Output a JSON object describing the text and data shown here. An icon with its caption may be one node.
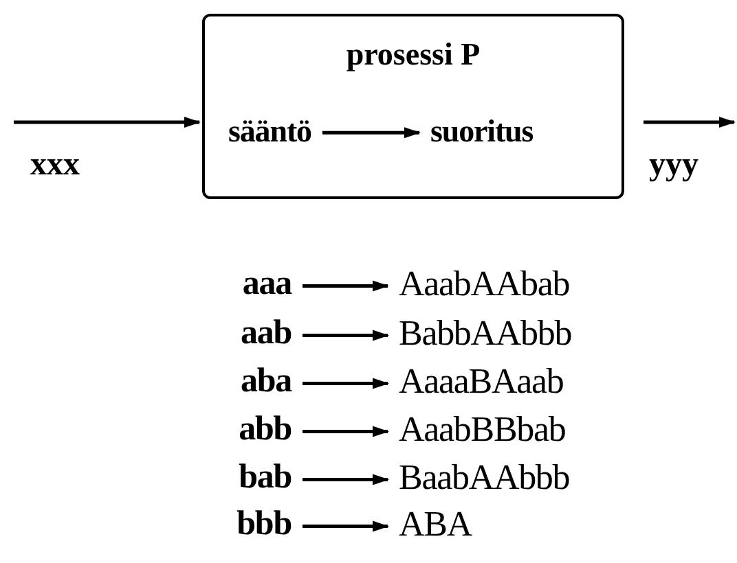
{
  "diagram": {
    "nodes": [
      {
        "text": [
          "prosessi P"
        ]
      },
      {
        "text": [
          "sääntö"
        ],
        "in": 0
      },
      {
        "text": [
          "suoritus"
        ],
        "in": 0
      },
      {
        "text": [
          "aaa"
        ]
      },
      {
        "text": [
          "AaabAAbab"
        ]
      },
      {
        "text": [
          "aab"
        ]
      },
      {
        "text": [
          "BabbAAbbb"
        ]
      },
      {
        "text": [
          "aba"
        ]
      },
      {
        "text": [
          "AaaaBAaab"
        ]
      },
      {
        "text": [
          "abb"
        ]
      },
      {
        "text": [
          "AaabBBbab"
        ]
      },
      {
        "text": [
          "bab"
        ]
      },
      {
        "text": [
          "BaabAAbbb"
        ]
      },
      {
        "text": [
          "bbb"
        ]
      },
      {
        "text": [
          "ABA"
        ]
      }
    ],
    "edges": [
      {
        "from": null,
        "to": 0,
        "arrow": "to",
        "label": "xxx"
      },
      {
        "from": 0,
        "to": null,
        "arrow": "to",
        "label": "yyy"
      },
      {
        "from": 1,
        "to": 2,
        "arrow": "to"
      },
      {
        "from": 3,
        "to": 4,
        "arrow": "to"
      },
      {
        "from": 5,
        "to": 6,
        "arrow": "to"
      },
      {
        "from": 7,
        "to": 8,
        "arrow": "to"
      },
      {
        "from": 9,
        "to": 10,
        "arrow": "to"
      },
      {
        "from": 11,
        "to": 12,
        "arrow": "to"
      },
      {
        "from": 13,
        "to": 14,
        "arrow": "to"
      }
    ]
  }
}
